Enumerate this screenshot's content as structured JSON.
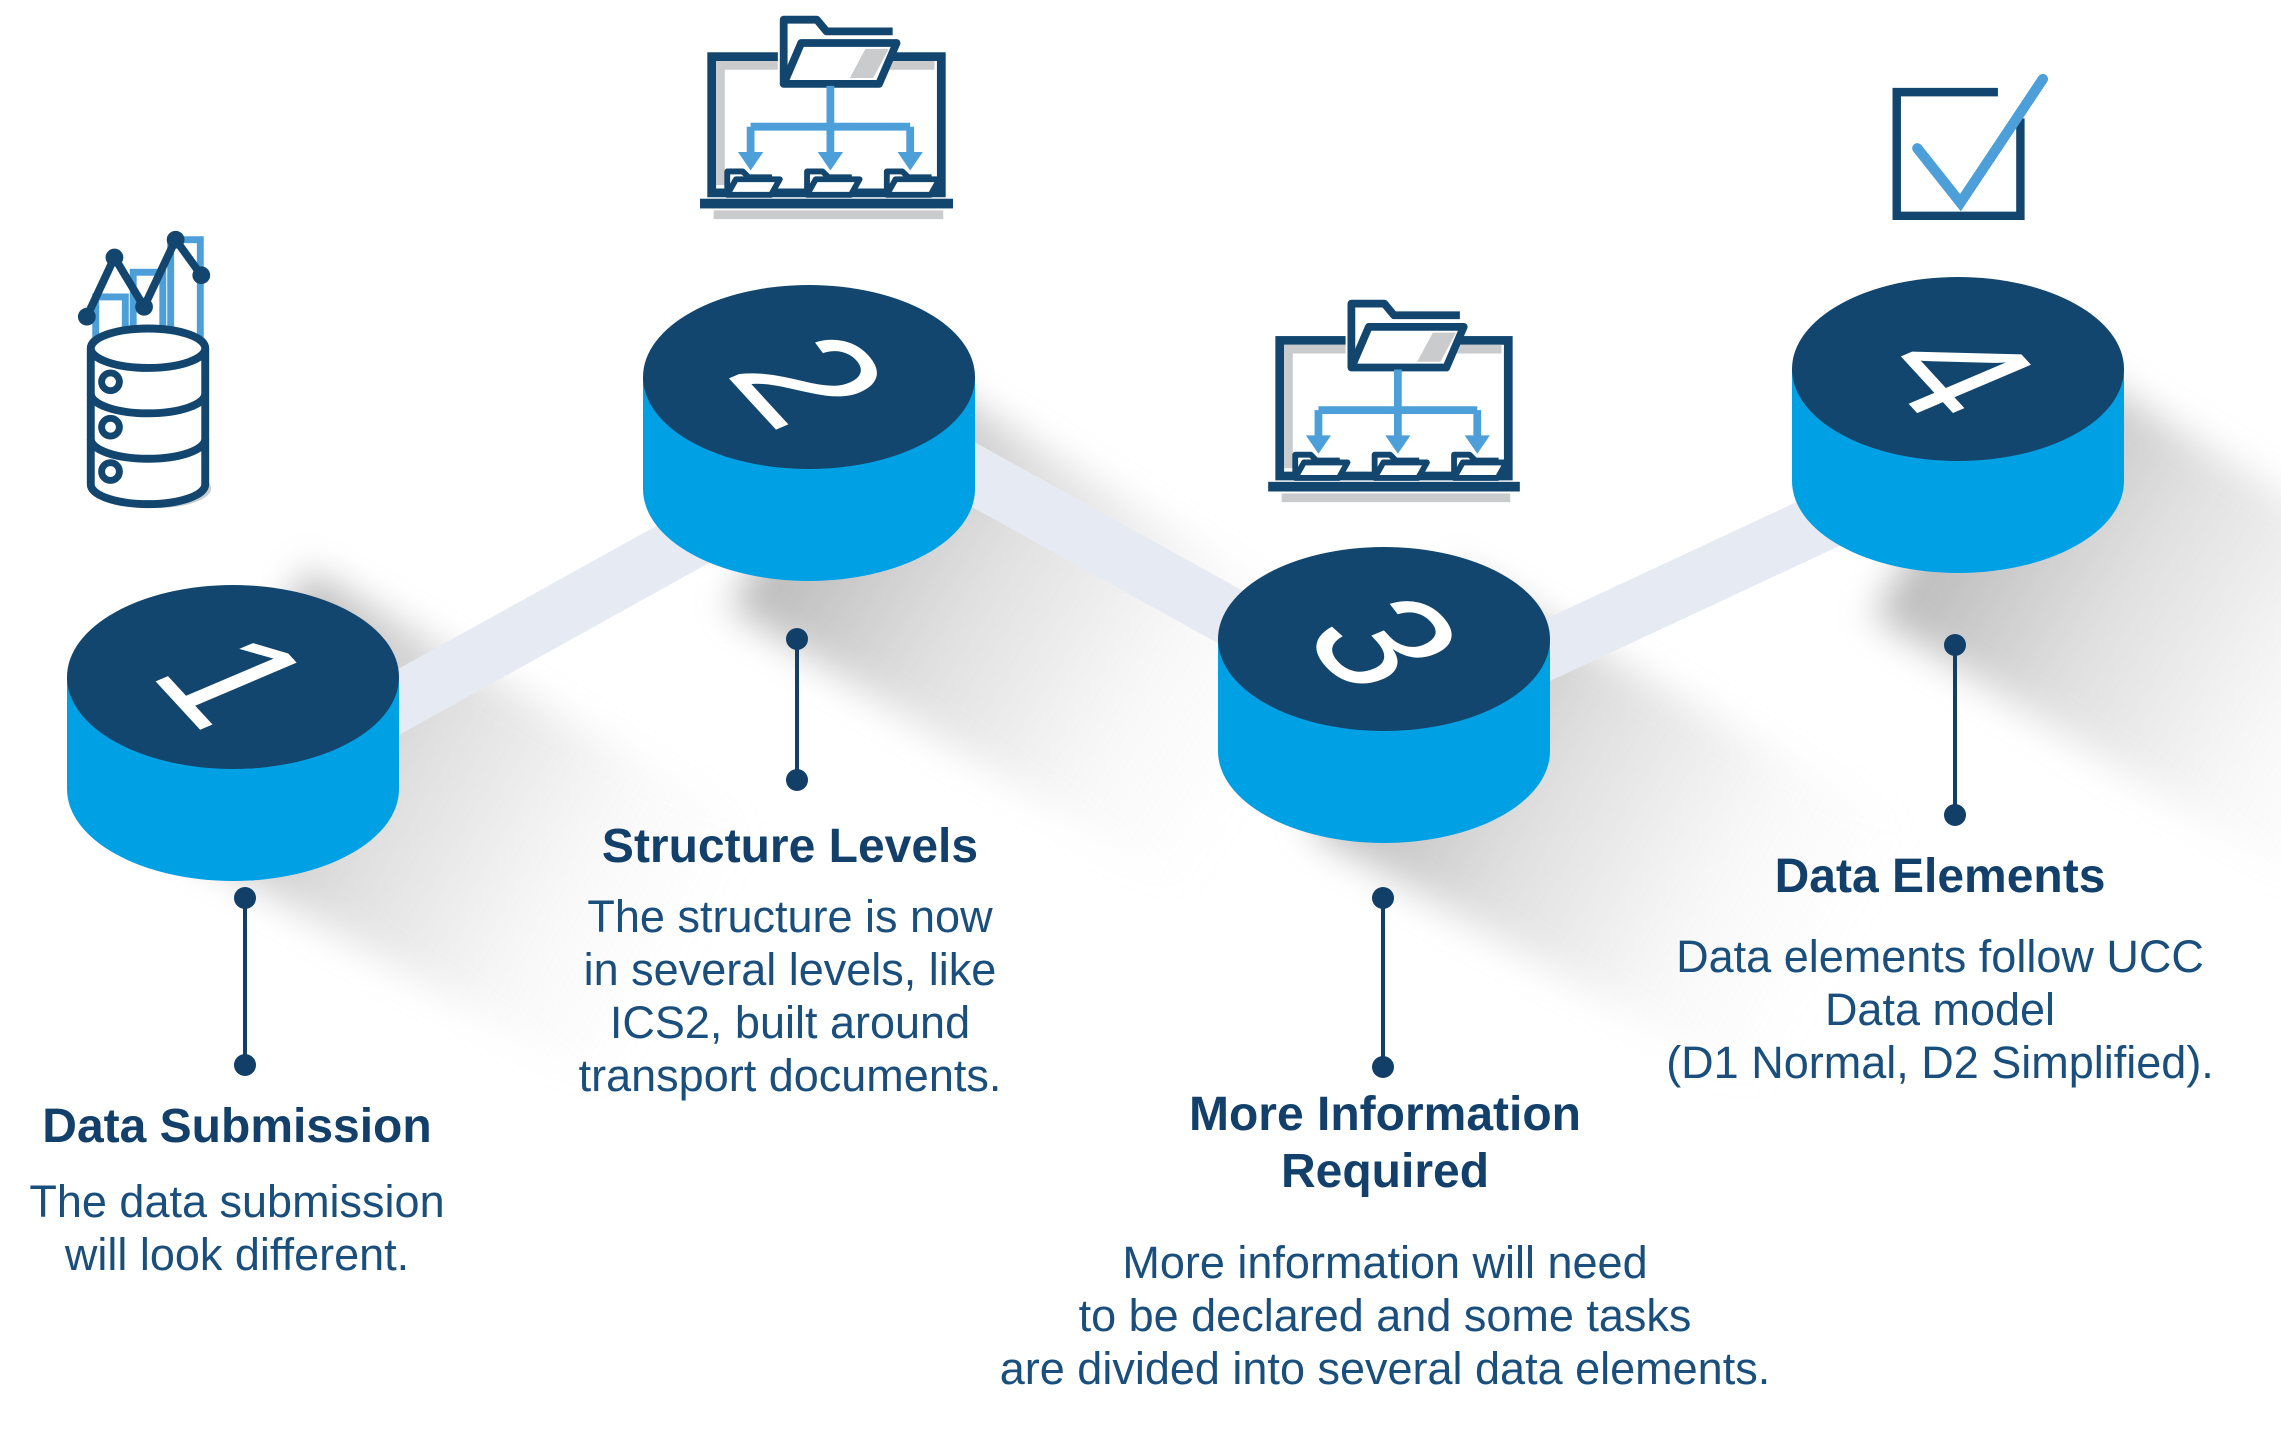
{
  "diagram": {
    "type": "process-steps-infographic",
    "colors": {
      "cylinder_top_navy": "#13466E",
      "cylinder_side_azure": "#00A1E4",
      "accent_light_blue": "#4C9FD8",
      "connector_band": "#E6EBF3",
      "heading_text": "#12406B",
      "body_text": "#1A4F7D",
      "icon_gray": "#C9CBCD",
      "background": "#FFFFFF"
    },
    "steps": [
      {
        "number": "1",
        "icon": "database-analytics",
        "heading_lines": [
          "Data Submission"
        ],
        "body_lines": [
          "The data submission",
          "will look different."
        ]
      },
      {
        "number": "2",
        "icon": "folder-structure",
        "heading_lines": [
          "Structure Levels"
        ],
        "body_lines": [
          "The structure is now",
          "in several levels, like",
          "ICS2, built around",
          "transport documents."
        ]
      },
      {
        "number": "3",
        "icon": "folder-structure",
        "heading_lines": [
          "More Information",
          "Required"
        ],
        "body_lines": [
          "More information will need",
          "to be declared and some tasks",
          "are divided into several data elements."
        ]
      },
      {
        "number": "4",
        "icon": "checkbox-checked",
        "heading_lines": [
          "Data Elements"
        ],
        "body_lines": [
          "Data elements follow UCC",
          "Data model",
          "(D1 Normal, D2 Simplified)."
        ]
      }
    ]
  }
}
